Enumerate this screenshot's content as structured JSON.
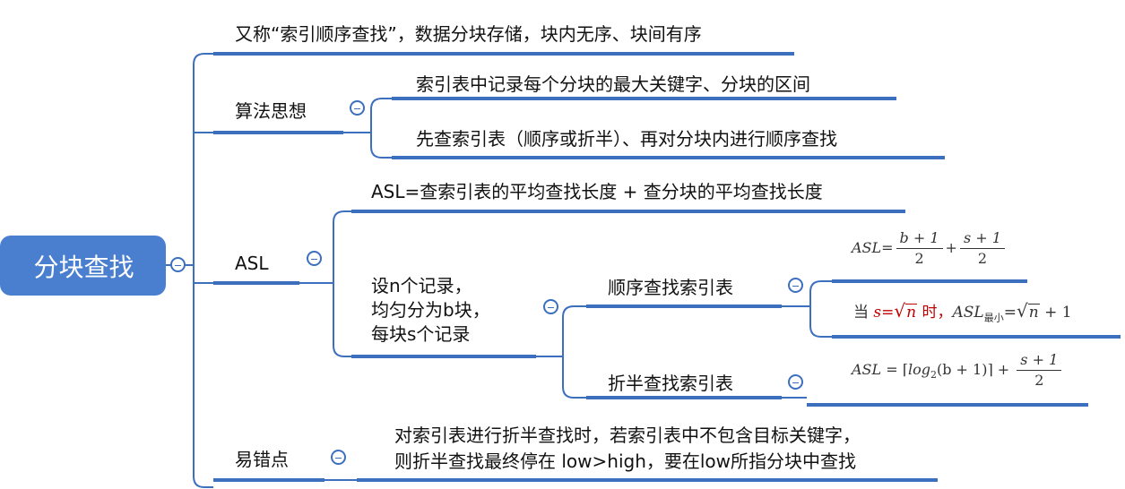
{
  "root": {
    "label": "分块查找"
  },
  "branches": {
    "definition": "又称“索引顺序查找”，数据分块存储，块内无序、块间有序",
    "algorithm": {
      "label": "算法思想",
      "items": [
        "索引表中记录每个分块的最大关键字、分块的区间",
        "先查索引表（顺序或折半）、再对分块内进行顺序查找"
      ]
    },
    "asl": {
      "label": "ASL",
      "summary": "ASL=查索引表的平均查找长度 + 查分块的平均查找长度",
      "setup": [
        "设n个记录，",
        "均匀分为b块，",
        "每块s个记录"
      ],
      "sequential": {
        "label": "顺序查找索引表",
        "formula": {
          "lhs": "ASL",
          "eq": "=",
          "frac1_num": "b + 1",
          "frac1_den": "2",
          "plus": "+",
          "frac2_num": "s + 1",
          "frac2_den": "2"
        },
        "optimum": {
          "when": "当",
          "cond_var": "s",
          "cond_eq": "=",
          "cond_rad": "n",
          "time": "时，",
          "asl": "ASL",
          "asl_sub": "最小",
          "eq": "=",
          "rad": "n",
          "tail": " + 1"
        }
      },
      "binary": {
        "label": "折半查找索引表",
        "formula": {
          "lhs": "ASL",
          "eq": " = ",
          "ceil_open": "⌈",
          "log": "log",
          "log_sub": "2",
          "arg": "(b + 1)",
          "ceil_close": "⌉",
          "plus": "+",
          "frac_num": "s + 1",
          "frac_den": "2"
        }
      }
    },
    "pitfall": {
      "label": "易错点",
      "lines": [
        "对索引表进行折半查找时，若索引表中不包含目标关键字，",
        "则折半查找最终停在 low>high，要在low所指分块中查找"
      ]
    }
  },
  "colors": {
    "accent": "#4a7fd0",
    "line": "#3d6fbf",
    "highlight": "#c00000"
  }
}
